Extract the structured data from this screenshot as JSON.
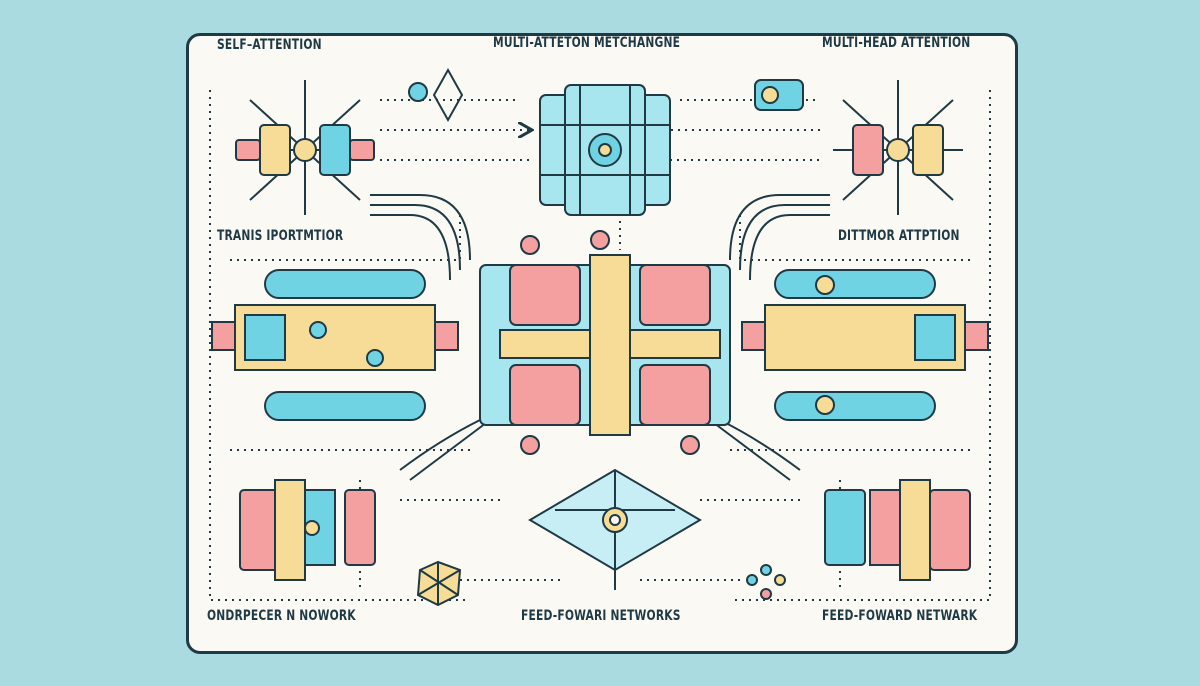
{
  "labels": {
    "top_left": "SELF–ATTENTION",
    "top_center": "MULTI-ATTETON METCHANGNE",
    "top_right": "MULTI-HEAD ATTENTION",
    "mid_left": "TRANIS IPORTMTIOR",
    "mid_right": "DITTMOR ATTPTION",
    "bottom_left": "ONDRPECER N NOWORK",
    "bottom_center": "FEED-FOWARI NETWORKS",
    "bottom_right": "FEED-FOWARD NETWARK"
  },
  "colors": {
    "background": "#a9dbe0",
    "card": "#fbf9f3",
    "outline": "#1f3a45",
    "cyan": "#6fd3e3",
    "pink": "#f4a0a0",
    "yellow": "#f6dc96"
  }
}
